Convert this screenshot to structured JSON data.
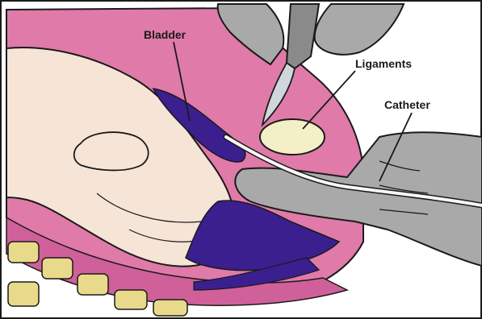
{
  "labels": {
    "bladder": "Bladder",
    "ligaments": "Ligaments",
    "catheter": "Catheter"
  },
  "colors": {
    "uterus_pink": "#e07aa8",
    "deep_pink": "#c75590",
    "bladder_purple": "#3b1f8f",
    "skin": "#f6e4d6",
    "glove_gray": "#a9a9a9",
    "ligament_cream": "#f3efc6",
    "bone_yellow": "#e9d98a",
    "outline": "#1a1a1a"
  }
}
